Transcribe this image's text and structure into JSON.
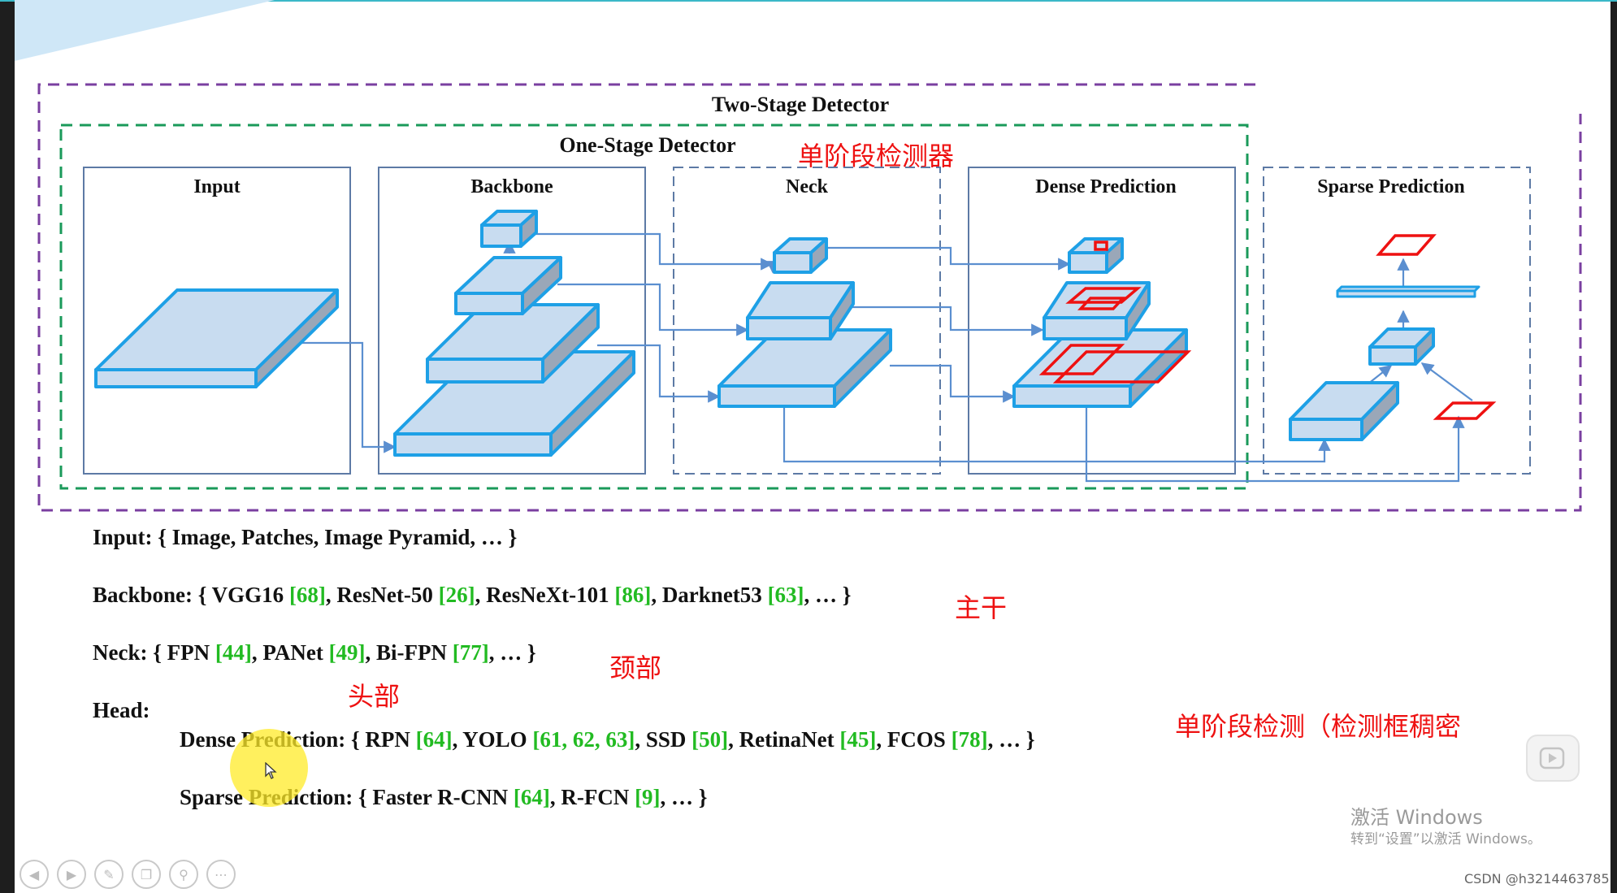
{
  "diagram": {
    "two_stage_title": "Two-Stage Detector",
    "one_stage_title": "One-Stage Detector",
    "one_stage_note": "单阶段检测器",
    "stages": [
      "Input",
      "Backbone",
      "Neck",
      "Dense Prediction",
      "Sparse Prediction"
    ]
  },
  "legend": {
    "input": {
      "label": "Input:",
      "items": "{ Image, Patches, Image Pyramid, … }"
    },
    "backbone": {
      "label": "Backbone:",
      "parts": [
        {
          "t": "{ VGG16 ",
          "ref": false
        },
        {
          "t": "[68]",
          "ref": true
        },
        {
          "t": ", ResNet-50 ",
          "ref": false
        },
        {
          "t": "[26]",
          "ref": true
        },
        {
          "t": ", ResNeXt-101 ",
          "ref": false
        },
        {
          "t": "[86]",
          "ref": true
        },
        {
          "t": ", Darknet53 ",
          "ref": false
        },
        {
          "t": "[63]",
          "ref": true
        },
        {
          "t": ", … }",
          "ref": false
        }
      ]
    },
    "neck": {
      "label": "Neck:",
      "parts": [
        {
          "t": "{ FPN ",
          "ref": false
        },
        {
          "t": "[44]",
          "ref": true
        },
        {
          "t": ", PANet ",
          "ref": false
        },
        {
          "t": "[49]",
          "ref": true
        },
        {
          "t": ", Bi-FPN ",
          "ref": false
        },
        {
          "t": "[77]",
          "ref": true
        },
        {
          "t": ", … }",
          "ref": false
        }
      ]
    },
    "head": {
      "label": "Head:"
    },
    "dense": {
      "label": "Dense Prediction:",
      "parts": [
        {
          "t": "{ RPN ",
          "ref": false
        },
        {
          "t": "[64]",
          "ref": true
        },
        {
          "t": ", YOLO ",
          "ref": false
        },
        {
          "t": "[61, 62, 63]",
          "ref": true
        },
        {
          "t": ", SSD ",
          "ref": false
        },
        {
          "t": "[50]",
          "ref": true
        },
        {
          "t": ", RetinaNet ",
          "ref": false
        },
        {
          "t": "[45]",
          "ref": true
        },
        {
          "t": ", FCOS ",
          "ref": false
        },
        {
          "t": "[78]",
          "ref": true
        },
        {
          "t": ", … }",
          "ref": false
        }
      ]
    },
    "sparse": {
      "label": "Sparse Prediction:",
      "parts": [
        {
          "t": "{ Faster R-CNN ",
          "ref": false
        },
        {
          "t": "[64]",
          "ref": true
        },
        {
          "t": ",  R-FCN ",
          "ref": false
        },
        {
          "t": "[9]",
          "ref": true
        },
        {
          "t": ", … }",
          "ref": false
        }
      ]
    }
  },
  "annotations": {
    "backbone_note": "主干",
    "neck_note": "颈部",
    "head_note": "头部",
    "dense_note": "单阶段检测（检测框稠密"
  },
  "watermark": {
    "line1": "激活 Windows",
    "line2": "转到“设置”以激活 Windows。"
  },
  "credit": "CSDN @h3214463785",
  "colors": {
    "block_fill": "#c8dcf0",
    "block_edge": "#1ea0e6",
    "ref_green": "#22bb22",
    "note_red": "#ee1111",
    "two_stage_border": "#7a3fa0",
    "one_stage_border": "#1a9a5a"
  },
  "toolbar_icons": [
    "prev-icon",
    "next-icon",
    "pen-icon",
    "copy-icon",
    "zoom-icon",
    "more-icon"
  ]
}
